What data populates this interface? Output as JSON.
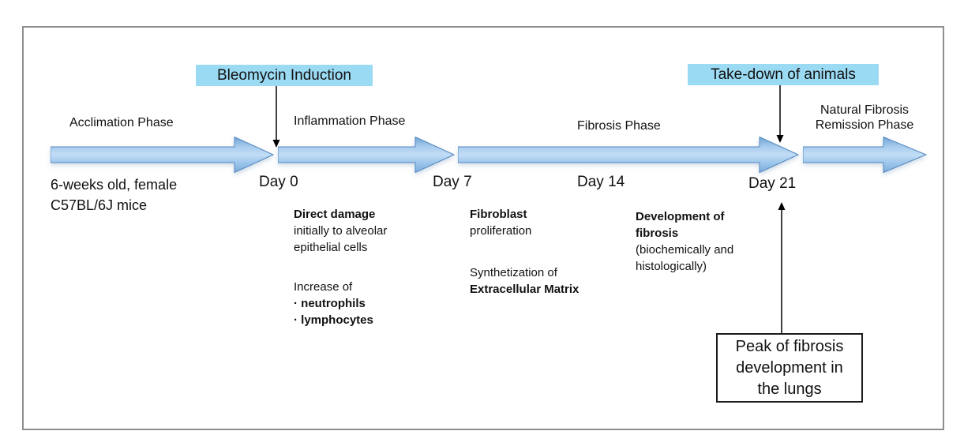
{
  "callouts": {
    "bleomycin": "Bleomycin Induction",
    "takedown": "Take-down of animals"
  },
  "timeline": {
    "phases": [
      {
        "label": "Acclimation Phase"
      },
      {
        "label": "Inflammation Phase"
      },
      {
        "label": "Fibrosis Phase"
      },
      {
        "label_line1": "Natural Fibrosis",
        "label_line2": "Remission Phase"
      }
    ],
    "days": [
      "Day 0",
      "Day 7",
      "Day 14",
      "Day 21"
    ]
  },
  "subject": {
    "line1": "6-weeks old, female",
    "line2": "C57BL/6J mice"
  },
  "annotations": {
    "inflammation": {
      "heading": "Direct damage",
      "line2": "initially to alveolar",
      "line3": "epithelial cells",
      "para2_line1": "Increase of",
      "bullet1": "· neutrophils",
      "bullet2": "· lymphocytes"
    },
    "fibrosis_early": {
      "heading": "Fibroblast",
      "line2": "proliferation",
      "para2_line1": "Synthetization of",
      "para2_line2": "Extracellular Matrix"
    },
    "fibrosis_late": {
      "heading_line1": "Development of",
      "heading_line2": "fibrosis",
      "line3": "(biochemically and",
      "line4": "histologically)"
    }
  },
  "peak_box": {
    "line1": "Peak of fibrosis",
    "line2": "development in",
    "line3": "the lungs"
  },
  "colors": {
    "highlight": "#9BDAF3",
    "arrow_light": "#C2DDF6",
    "arrow_dark": "#6FA3D4",
    "arrow_stroke": "#5588C0"
  }
}
